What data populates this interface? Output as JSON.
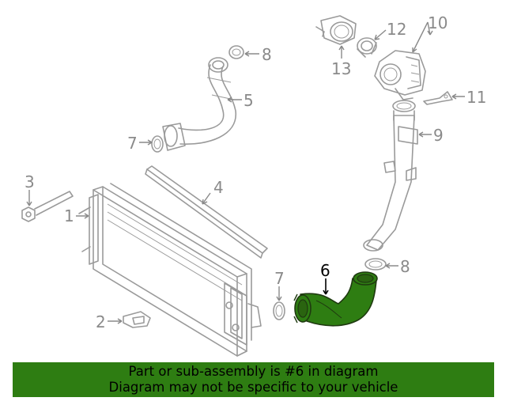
{
  "diagram": {
    "callouts": [
      {
        "key": "c1",
        "text": "1"
      },
      {
        "key": "c2",
        "text": "2"
      },
      {
        "key": "c3",
        "text": "3"
      },
      {
        "key": "c4",
        "text": "4"
      },
      {
        "key": "c5",
        "text": "5"
      },
      {
        "key": "c6",
        "text": "6",
        "highlighted": true
      },
      {
        "key": "c7a",
        "text": "7"
      },
      {
        "key": "c7b",
        "text": "7"
      },
      {
        "key": "c8a",
        "text": "8"
      },
      {
        "key": "c8b",
        "text": "8"
      },
      {
        "key": "c9",
        "text": "9"
      },
      {
        "key": "c10",
        "text": "10"
      },
      {
        "key": "c11",
        "text": "11"
      },
      {
        "key": "c12",
        "text": "12"
      },
      {
        "key": "c13",
        "text": "13"
      }
    ],
    "highlight_color": "#2e7d12",
    "line_color": "#9a9a9a"
  },
  "banner": {
    "line1": "Part or sub-assembly is #6 in diagram",
    "line2": "Diagram may not be specific to your vehicle",
    "background": "#2e7d12"
  }
}
